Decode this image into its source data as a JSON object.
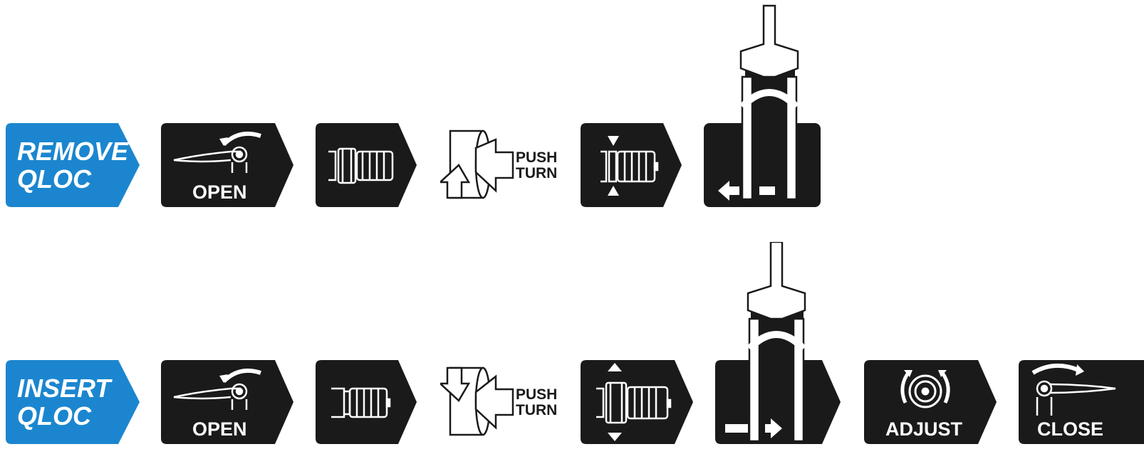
{
  "remove": {
    "title_line1": "REMOVE",
    "title_line2": "QLOC",
    "open_label": "OPEN",
    "push_label": "PUSH",
    "turn_label": "TURN"
  },
  "insert": {
    "title_line1": "INSERT",
    "title_line2": "QLOC",
    "open_label": "OPEN",
    "push_label": "PUSH",
    "turn_label": "TURN",
    "adjust_label": "ADJUST",
    "close_label": "CLOSE"
  },
  "colors": {
    "title_chip": "#1b86cf",
    "step_chip": "#1a1a1a",
    "icon_line": "#ffffff"
  }
}
